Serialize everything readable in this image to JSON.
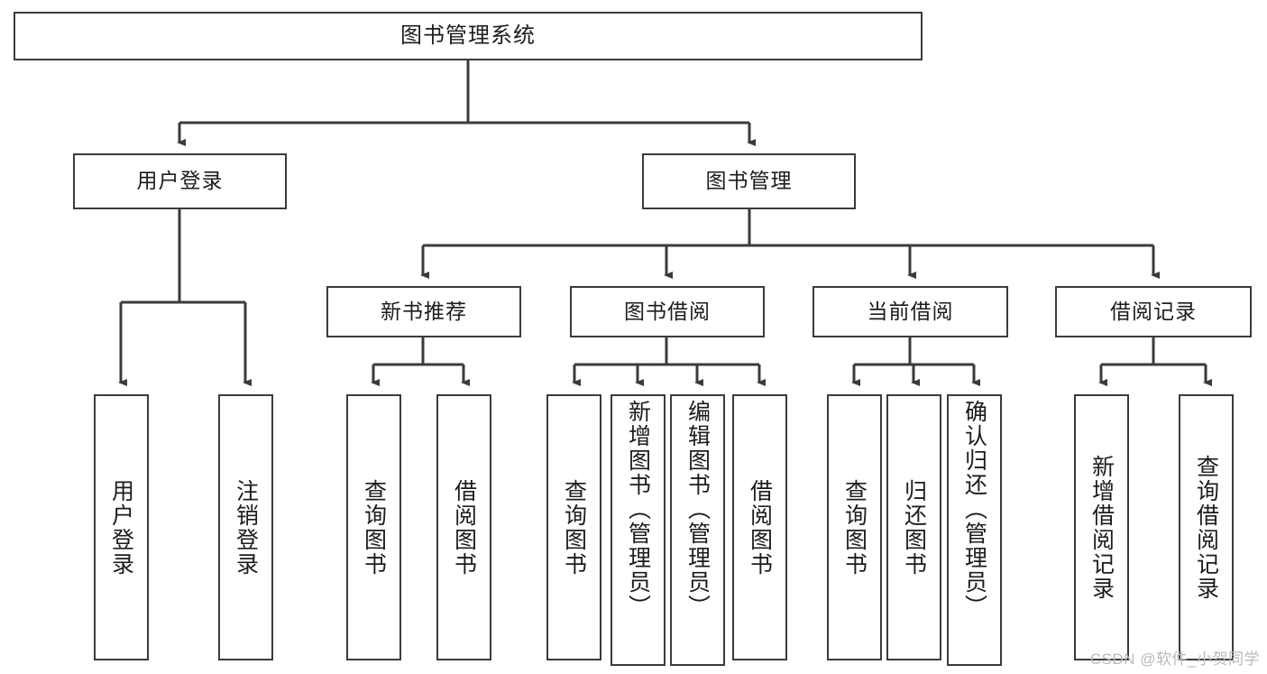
{
  "diagram": {
    "title_node": {
      "label": "图书管理系统"
    },
    "level2": [
      {
        "label": "用户登录"
      },
      {
        "label": "图书管理"
      }
    ],
    "level3": [
      {
        "label": "新书推荐"
      },
      {
        "label": "图书借阅"
      },
      {
        "label": "当前借阅"
      },
      {
        "label": "借阅记录"
      }
    ],
    "leaves": {
      "user_login": [
        {
          "label": "用户登录"
        },
        {
          "label": "注销登录"
        }
      ],
      "new_book_recommend": [
        {
          "label": "查询图书"
        },
        {
          "label": "借阅图书"
        }
      ],
      "book_borrow": [
        {
          "label": "查询图书"
        },
        {
          "label": "新增图书（管理员）"
        },
        {
          "label": "编辑图书（管理员）"
        },
        {
          "label": "借阅图书"
        }
      ],
      "current_borrow": [
        {
          "label": "查询图书"
        },
        {
          "label": "归还图书"
        },
        {
          "label": "确认归还（管理员）"
        }
      ],
      "borrow_record": [
        {
          "label": "新增借阅记录"
        },
        {
          "label": "查询借阅记录"
        }
      ]
    }
  },
  "watermark": {
    "text": "CSDN @软件_小贺同学"
  },
  "colors": {
    "stroke": "#3b3b3b",
    "text": "#1c1c1c",
    "background": "#ffffff",
    "watermark": "#b9b9b9"
  }
}
